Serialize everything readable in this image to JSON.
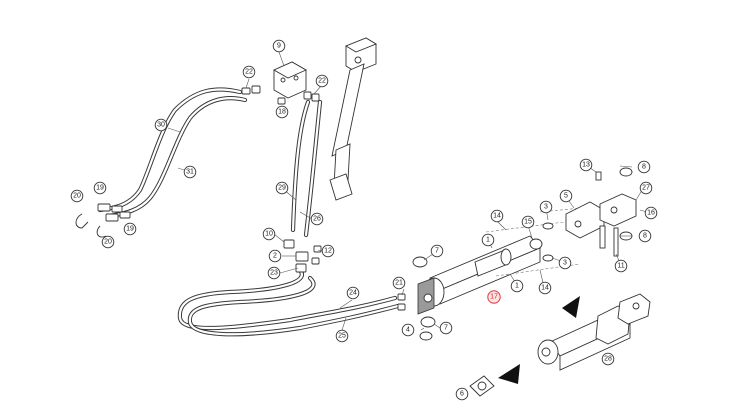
{
  "diagram": {
    "highlight_color": "#e0474c",
    "callouts": [
      "1",
      "1",
      "2",
      "3",
      "3",
      "4",
      "5",
      "6",
      "7",
      "7",
      "8",
      "8",
      "9",
      "10",
      "11",
      "12",
      "13",
      "14",
      "14",
      "15",
      "16",
      "17",
      "18",
      "19",
      "19",
      "20",
      "20",
      "21",
      "22",
      "22",
      "23",
      "24",
      "25",
      "26",
      "27",
      "28",
      "29",
      "30",
      "31"
    ]
  }
}
